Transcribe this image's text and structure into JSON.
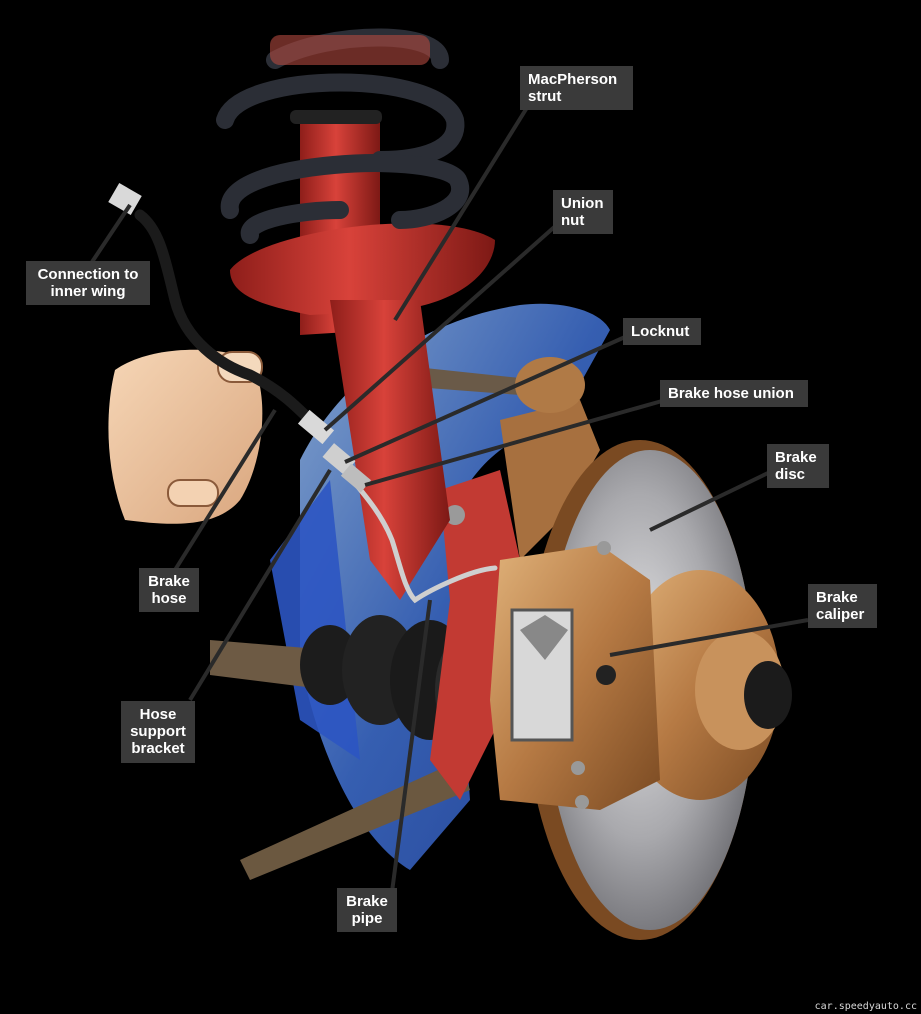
{
  "labels": {
    "macpherson_strut": "MacPherson\nstrut",
    "union_nut": "Union\nnut",
    "locknut": "Locknut",
    "brake_hose_union": "Brake hose union",
    "brake_disc": "Brake\ndisc",
    "brake_caliper": "Brake\ncaliper",
    "connection_to_inner_wing": "Connection to\ninner wing",
    "brake_hose": "Brake\nhose",
    "hose_support_bracket": "Hose\nsupport\nbracket",
    "brake_pipe": "Brake\npipe"
  },
  "watermark": "car.speedyauto.cc",
  "colors": {
    "background": "#000000",
    "label_bg": "#3a3a3a",
    "label_text": "#ffffff",
    "strut": "#c9312b",
    "spring": "#2b2e36",
    "wing": "#3f6fd0",
    "disc": "#9a9aa0",
    "hub": "#b8865a",
    "caliper": "#c08a52",
    "leader": "#2a2a2a"
  }
}
